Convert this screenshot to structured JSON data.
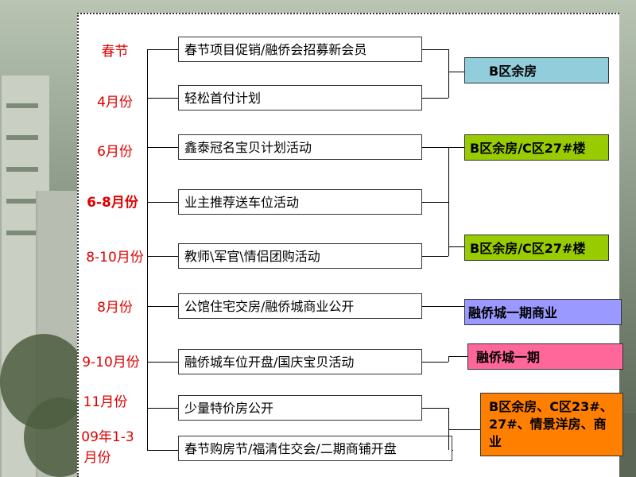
{
  "months": [
    "春节",
    "4月份",
    "6月份",
    "6-8月份",
    "8-10月份",
    "8月份",
    "9-10月份",
    "11月份",
    "09年1-3",
    "月份"
  ],
  "activities": [
    "春节项目促销/融侨会招募新会员",
    "轻松首付计划",
    "鑫泰冠名宝贝计划活动",
    "业主推荐送车位活动",
    "教师\\军官\\情侣团购活动",
    "公馆住宅交房/融侨城商业公开",
    "融侨城车位开盘/国庆宝贝活动",
    "少量特价房公开",
    "春节购房节/福清住交会/二期商铺开盘"
  ],
  "results": [
    {
      "text": "B区余房",
      "color": "#92cddc"
    },
    {
      "text": "B区余房/C区27#楼",
      "color": "#99cc00"
    },
    {
      "text": "B区余房/C区27#楼",
      "color": "#99cc00"
    },
    {
      "text": "融侨城一期商业",
      "color": "#9999ff"
    },
    {
      "text": "融侨城一期",
      "color": "#ff6699"
    },
    {
      "text": "B区余房、C区23#、27#、情景洋房、商业",
      "color": "#ff7f00"
    }
  ]
}
